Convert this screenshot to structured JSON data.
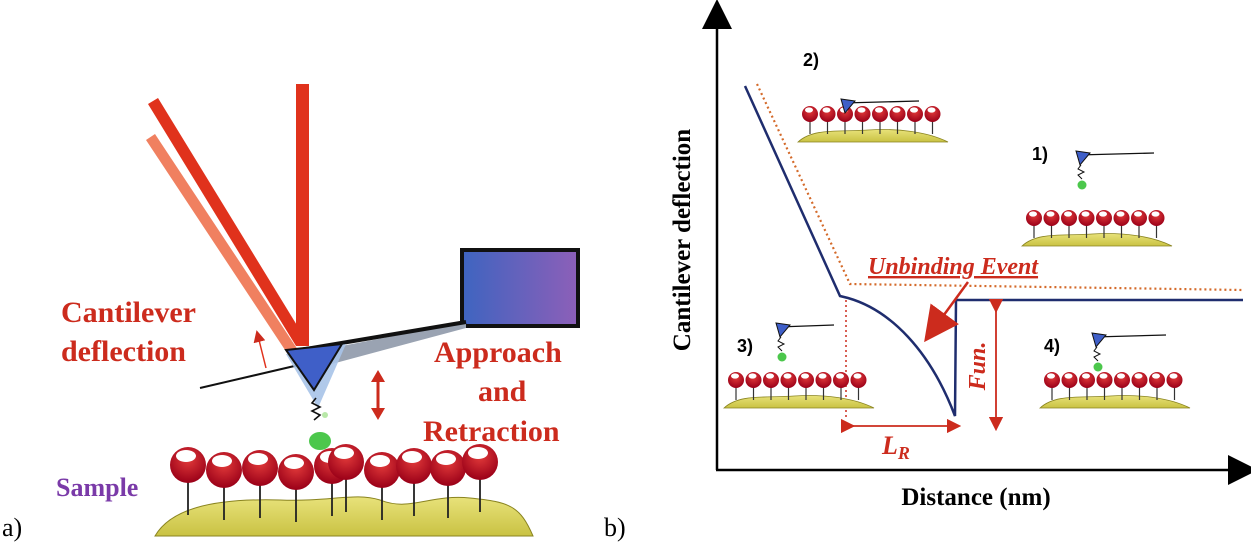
{
  "panel_a": {
    "label": "a)",
    "cantilever_label_line1": "Cantilever",
    "cantilever_label_line2": "deflection",
    "approach_label_line1": "Approach",
    "approach_label_line2": "and",
    "approach_label_line3": "Retraction",
    "sample_label": "Sample"
  },
  "panel_b": {
    "label": "b)",
    "ylabel": "Cantilever deflection",
    "xlabel": "Distance (nm)",
    "event_label": "Unbinding Event",
    "force_label": "Fun.",
    "rupture_length_main": "L",
    "rupture_length_sub": "R",
    "steps": [
      "1)",
      "2)",
      "3)",
      "4)"
    ]
  },
  "colors": {
    "laser_red": "#e0321c",
    "laser_light": "#f08060",
    "annotation_red": "#cc2b1d",
    "sample_label_purple": "#7a3aa8",
    "tip_blue": "#3f5fc8",
    "box_gradient_start": "#3e64c0",
    "box_gradient_end": "#8d5fb8",
    "curve_navy": "#1f2d6e",
    "approach_dotted": "#d46a2a",
    "sphere_red": "#b6001e",
    "surface_yellow": "#d8d35a",
    "ligand_green": "#4cc74c"
  },
  "icons": {
    "cantilever_tip": "triangle-tip-icon",
    "scanner_block": "piezo-block-icon",
    "molecule_layer": "lipid-bilayer-icon"
  }
}
